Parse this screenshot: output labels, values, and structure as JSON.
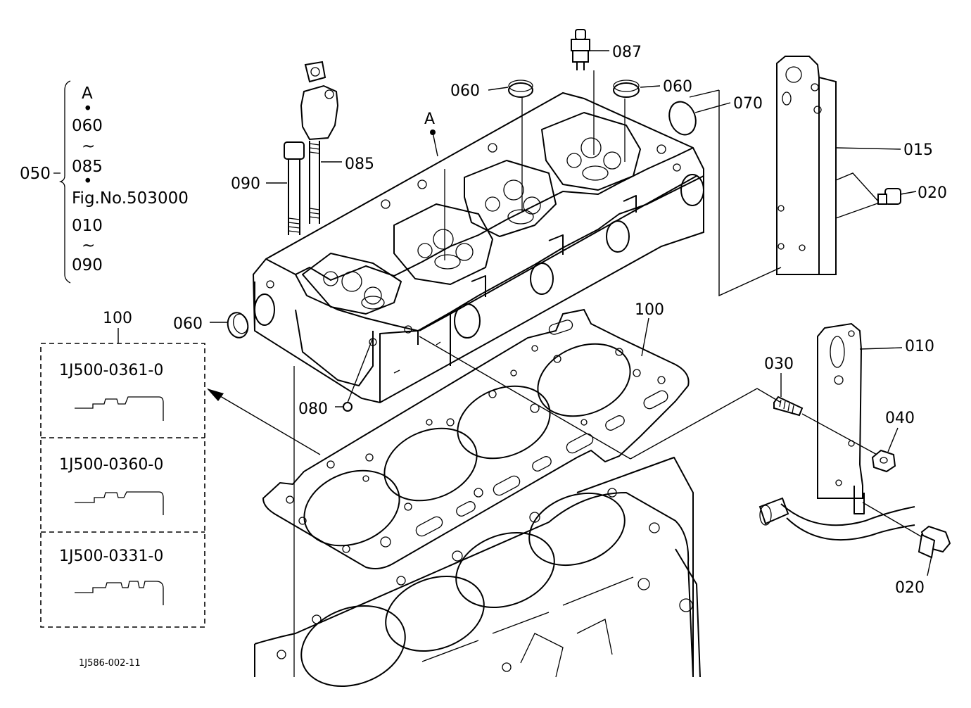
{
  "drawing_code": "1J586-002-11",
  "group": {
    "ref": "050",
    "lines": [
      "A",
      "•",
      "060",
      "~",
      "085",
      "•",
      "Fig.No.503000",
      "010",
      "~",
      "090"
    ]
  },
  "callouts": {
    "c087": "087",
    "c060_top": "060",
    "c060_right": "060",
    "c070": "070",
    "c015": "015",
    "c020_top": "020",
    "c085": "085",
    "c090": "090",
    "cA": "A",
    "c060_left": "060",
    "c100_gasket": "100",
    "c080": "080",
    "c010": "010",
    "c030": "030",
    "c040": "040",
    "c020_bottom": "020"
  },
  "gasket_box": {
    "ref": "100",
    "options": [
      {
        "part_no": "1J500-0361-0"
      },
      {
        "part_no": "1J500-0360-0"
      },
      {
        "part_no": "1J500-0331-0"
      }
    ]
  }
}
